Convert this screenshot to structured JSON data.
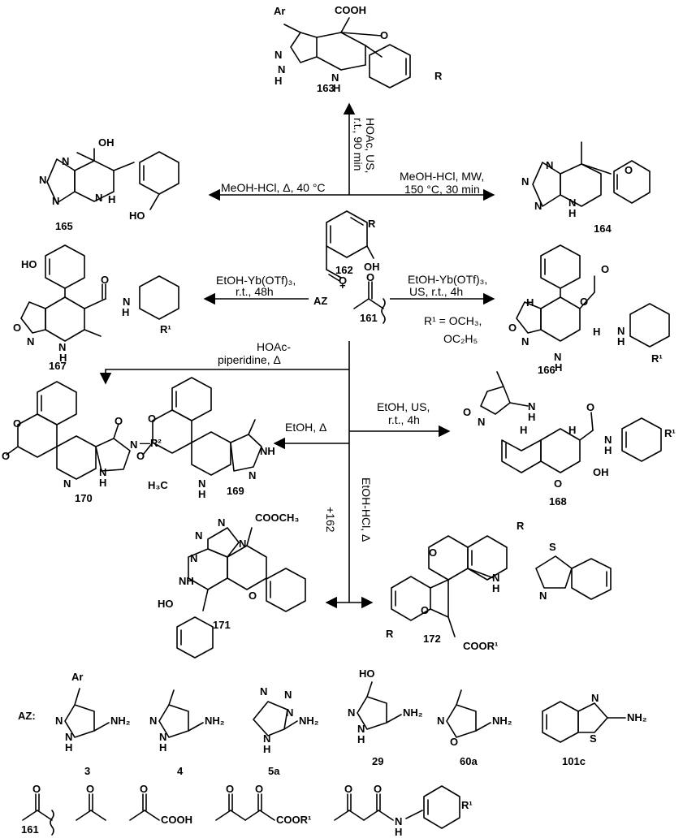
{
  "center": {
    "aldehyde_label": "162",
    "substituent_R": "R",
    "hydroxyl": "OH",
    "plus": "+",
    "reagent_AZ": "AZ",
    "ketone_label": "161"
  },
  "reactions": [
    {
      "id": "r163",
      "conditions": [
        "HOAc, US,",
        "r.t., 90 min"
      ],
      "product": "163"
    },
    {
      "id": "r165",
      "conditions": [
        "MeOH-HCl, Δ, 40 °C"
      ],
      "product": "165"
    },
    {
      "id": "r164",
      "conditions": [
        "MeOH-HCl, MW,",
        "150 °C, 30 min"
      ],
      "product": "164"
    },
    {
      "id": "r167",
      "conditions": [
        "EtOH-Yb(OTf)₃,",
        "r.t., 48h"
      ],
      "product": "167"
    },
    {
      "id": "r166",
      "conditions": [
        "EtOH-Yb(OTf)₃,",
        "US, r.t., 4h",
        "R¹ = OCH₃,",
        "OC₂H₅"
      ],
      "product": "166"
    },
    {
      "id": "r170",
      "conditions": [
        "HOAc-",
        "piperidine, Δ"
      ],
      "product": "170"
    },
    {
      "id": "r169",
      "conditions": [
        "EtOH, Δ"
      ],
      "product": "169"
    },
    {
      "id": "r168",
      "conditions": [
        "EtOH, US,",
        "r.t., 4h"
      ],
      "product": "168"
    },
    {
      "id": "r171_172",
      "conditions": [
        "EtOH-HCl, Δ",
        "+162"
      ],
      "products": [
        "171",
        "172"
      ]
    }
  ],
  "products": {
    "p163": {
      "label": "163",
      "atoms": [
        "Ar",
        "COOH",
        "N",
        "N",
        "H",
        "N",
        "H",
        "O",
        "R"
      ]
    },
    "p165": {
      "label": "165",
      "atoms": [
        "OH",
        "N",
        "N",
        "N",
        "N",
        "H",
        "HO"
      ]
    },
    "p164": {
      "label": "164",
      "atoms": [
        "N",
        "N",
        "N",
        "N",
        "H",
        "O"
      ]
    },
    "p167": {
      "label": "167",
      "atoms": [
        "HO",
        "O",
        "N",
        "H",
        "N",
        "O",
        "N",
        "H",
        "R¹"
      ]
    },
    "p166": {
      "label": "166",
      "atoms": [
        "O",
        "H",
        "H",
        "O",
        "N",
        "H",
        "N",
        "O",
        "N",
        "H",
        "R¹"
      ]
    },
    "p170": {
      "label": "170",
      "atoms": [
        "O",
        "O",
        "O",
        "N",
        "N",
        "N",
        "H",
        "R²"
      ]
    },
    "p169": {
      "label": "169",
      "atoms": [
        "O",
        "O",
        "H₃C",
        "N",
        "H",
        "N",
        "NH"
      ]
    },
    "p168": {
      "label": "168",
      "atoms": [
        "N",
        "O",
        "N",
        "H",
        "H",
        "H",
        "O",
        "N",
        "H",
        "O",
        "OH",
        "R¹"
      ]
    },
    "p171": {
      "label": "171",
      "atoms": [
        "N",
        "N",
        "N",
        "N",
        "H",
        "COOCH₃",
        "O",
        "HO"
      ]
    },
    "p172": {
      "label": "172",
      "atoms": [
        "O",
        "O",
        "R",
        "R",
        "N",
        "H",
        "N",
        "S",
        "COOR¹"
      ]
    }
  },
  "legend": {
    "title": "AZ:",
    "items": [
      {
        "label": "3",
        "atoms": [
          "Ar",
          "N",
          "N",
          "H",
          "NH₂"
        ]
      },
      {
        "label": "4",
        "atoms": [
          "N",
          "N",
          "H",
          "NH₂"
        ]
      },
      {
        "label": "5a",
        "atoms": [
          "N",
          "N",
          "N",
          "H",
          "NH₂"
        ]
      },
      {
        "label": "29",
        "atoms": [
          "HO",
          "N",
          "N",
          "H",
          "NH₂"
        ]
      },
      {
        "label": "60a",
        "atoms": [
          "N",
          "O",
          "NH₂"
        ]
      },
      {
        "label": "101c",
        "atoms": [
          "N",
          "S",
          "NH₂"
        ]
      }
    ]
  },
  "ketones": {
    "label": "161",
    "items": [
      {
        "atoms": [
          "O"
        ]
      },
      {
        "atoms": [
          "O"
        ]
      },
      {
        "atoms": [
          "O",
          "COOH"
        ]
      },
      {
        "atoms": [
          "O",
          "O",
          "COOR¹"
        ]
      },
      {
        "atoms": [
          "O",
          "O",
          "N",
          "H",
          "R¹"
        ]
      }
    ]
  }
}
